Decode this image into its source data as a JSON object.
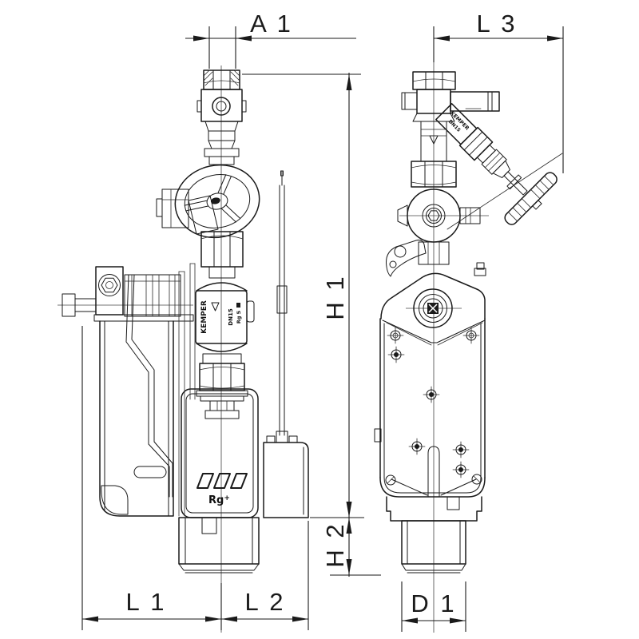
{
  "drawing": {
    "dimensions": {
      "a1": "A 1",
      "l3": "L 3",
      "h1": "H 1",
      "h2": "H 2",
      "l1": "L 1",
      "l2": "L 2",
      "d1": "D 1"
    },
    "markings": {
      "brand": "KEMPER",
      "valve_size": "DN15",
      "material": "Rg 5",
      "branch_brand": "KEMPER",
      "branch_size": "DN15",
      "logo_text": "Rg",
      "logo_plus": "+"
    },
    "colors": {
      "line": "#1a1a1a",
      "background": "#ffffff"
    }
  }
}
